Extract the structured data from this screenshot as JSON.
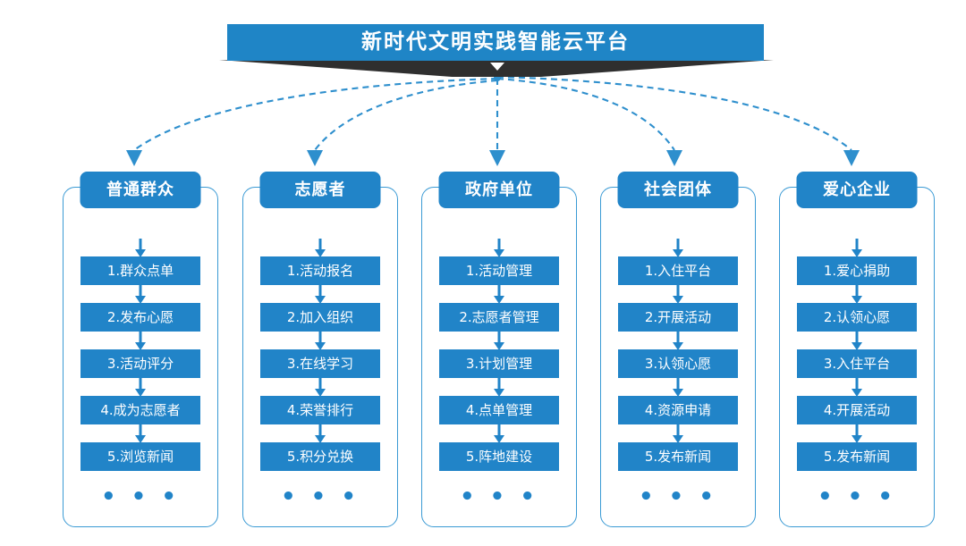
{
  "header": {
    "title": "新时代文明实践智能云平台",
    "chevron_icon": "chevron-down-icon",
    "accent_color": "#1f85c6",
    "ribbon_color": "#2f2f2f"
  },
  "diagram": {
    "type": "flow-diagram",
    "ellipsis": "• • •",
    "arrow_icon": "arrow-down-icon",
    "columns": [
      {
        "title": "普通群众",
        "steps": [
          "1.群众点单",
          "2.发布心愿",
          "3.活动评分",
          "4.成为志愿者",
          "5.浏览新闻"
        ]
      },
      {
        "title": "志愿者",
        "steps": [
          "1.活动报名",
          "2.加入组织",
          "3.在线学习",
          "4.荣誉排行",
          "5.积分兑换"
        ]
      },
      {
        "title": "政府单位",
        "steps": [
          "1.活动管理",
          "2.志愿者管理",
          "3.计划管理",
          "4.点单管理",
          "5.阵地建设"
        ]
      },
      {
        "title": "社会团体",
        "steps": [
          "1.入住平台",
          "2.开展活动",
          "3.认领心愿",
          "4.资源申请",
          "5.发布新闻"
        ]
      },
      {
        "title": "爱心企业",
        "steps": [
          "1.爱心捐助",
          "2.认领心愿",
          "3.入住平台",
          "4.开展活动",
          "5.发布新闻"
        ]
      }
    ],
    "connector_style": "dashed-curved-arrow",
    "connector_color": "#2e8fcd"
  }
}
